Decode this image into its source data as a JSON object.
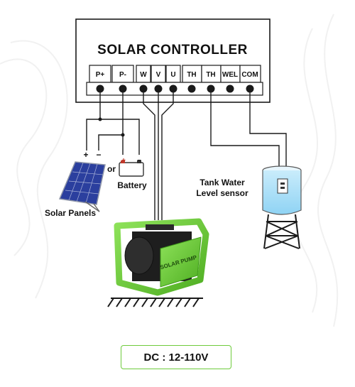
{
  "controller": {
    "title": "SOLAR CONTROLLER",
    "terminals": [
      "P+",
      "P-",
      "W",
      "V",
      "U",
      "TH",
      "TH",
      "WEL",
      "COM"
    ]
  },
  "labels": {
    "solar_panels": "Solar Panels",
    "or": "or",
    "battery": "Battery",
    "panel_plus": "+",
    "panel_minus": "−",
    "battery_plus": "+",
    "battery_minus": "−",
    "tank_line1": "Tank Water",
    "tank_line2": "Level sensor",
    "pump_brand": "SOLAR PUMP"
  },
  "footer": {
    "dc_label": "DC :",
    "voltage": "12-110V"
  },
  "colors": {
    "pump_green": "#6ecb3c",
    "panel_blue": "#2b3f9e",
    "water_blue": "#8fd3f4",
    "line": "#1a1a1a"
  }
}
